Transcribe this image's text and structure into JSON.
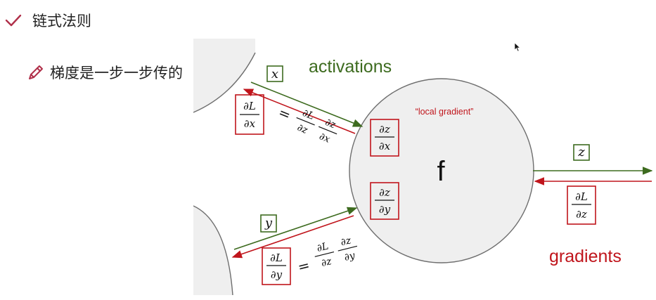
{
  "header": {
    "title": "链式法则",
    "check_icon": "check-icon"
  },
  "note": {
    "text": "梯度是一步一步传的",
    "pencil_icon": "pencil-icon"
  },
  "diagram": {
    "node_label": "f",
    "local_gradient_label": "“local gradient”",
    "activations_label": "activations",
    "gradients_label": "gradients",
    "inputs": [
      "x",
      "y"
    ],
    "output": "z",
    "eq_x": {
      "lhs_num": "∂L",
      "lhs_den": "∂x",
      "equals": "=",
      "r1_num": "∂L",
      "r1_den": "∂z",
      "r2_num": "∂z",
      "r2_den": "∂x"
    },
    "eq_y": {
      "lhs_num": "∂L",
      "lhs_den": "∂y",
      "equals": "=",
      "r1_num": "∂L",
      "r1_den": "∂z",
      "r2_num": "∂z",
      "r2_den": "∂y"
    },
    "local_dzdx": {
      "num": "∂z",
      "den": "∂x"
    },
    "local_dzdy": {
      "num": "∂z",
      "den": "∂y"
    },
    "upstream": {
      "num": "∂L",
      "den": "∂z"
    },
    "colors": {
      "activation": "#3d6b1f",
      "gradient": "#c0151c",
      "node_fill": "#efefef",
      "node_stroke": "#6e6e6e",
      "heading_icon": "#b0304a"
    }
  }
}
